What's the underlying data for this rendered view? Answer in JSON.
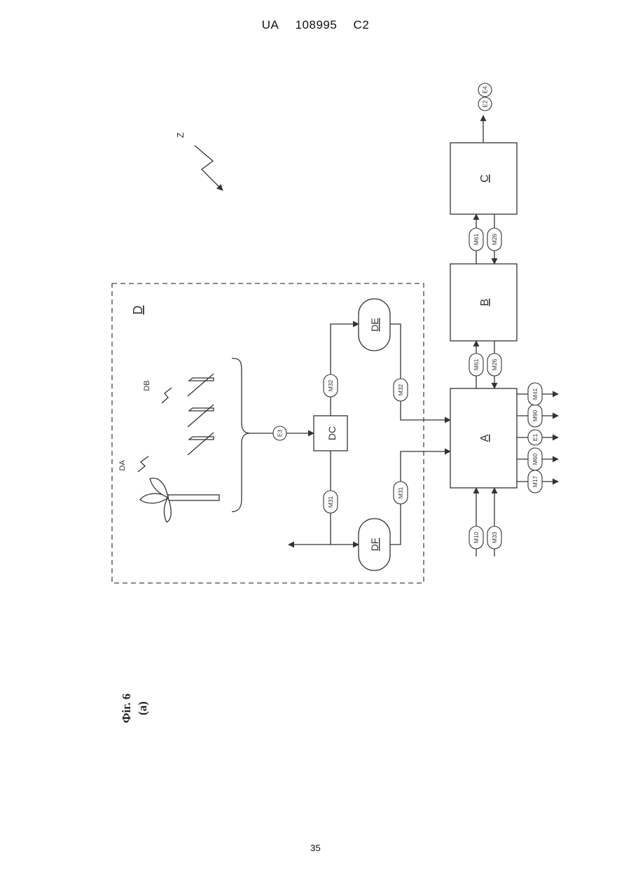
{
  "header": {
    "office": "UA",
    "number": "108995",
    "kind": "C2"
  },
  "page_number": "35",
  "figure": {
    "caption_line1": "Фіг. 6",
    "caption_line2": "(a)",
    "region_label": "D",
    "indicator_label": "Z",
    "blocks": {
      "a": "A",
      "b": "B",
      "c": "C",
      "dc": "DC",
      "de": "DE",
      "df": "DF"
    },
    "sources": {
      "da": "DA",
      "db": "DB"
    },
    "signals": {
      "e3": "E3",
      "m31_upper": "M31",
      "m31_lower": "M31",
      "m32_upper": "M32",
      "m32_lower": "M32",
      "m61_ab": "M61",
      "m26_ab": "M26",
      "m61_bc": "M61",
      "m26_bc": "M26",
      "e2": "E2",
      "e4": "E4",
      "m10": "M10",
      "m33": "M33",
      "m17": "M17",
      "m60": "M60",
      "e1": "E1",
      "m90": "M90",
      "m41": "M41"
    }
  }
}
